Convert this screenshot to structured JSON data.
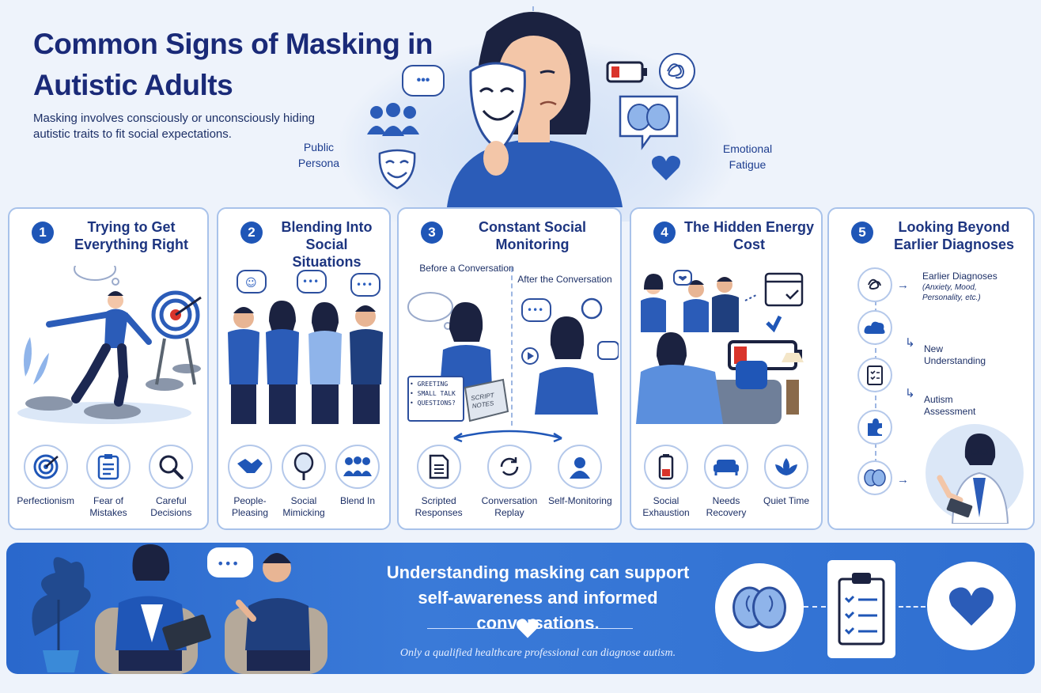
{
  "header": {
    "title": "Common Signs of Masking in Autistic Adults",
    "subtitle": "Masking involves consciously or unconsciously hiding autistic traits to fit social expectations."
  },
  "hero": {
    "left_label": "Public Persona",
    "right_label": "Emotional Fatigue",
    "speech_glyph": "•••"
  },
  "cards": [
    {
      "number": "1",
      "title": "Trying to Get Everything Right",
      "icons": [
        {
          "label": "Perfectionism",
          "icon": "target-icon"
        },
        {
          "label": "Fear of Mistakes",
          "icon": "clipboard-icon"
        },
        {
          "label": "Careful Decisions",
          "icon": "magnifier-icon"
        }
      ]
    },
    {
      "number": "2",
      "title": "Blending Into Social Situations",
      "icons": [
        {
          "label": "People-Pleasing",
          "icon": "handshake-icon"
        },
        {
          "label": "Social Mimicking",
          "icon": "mirror-icon"
        },
        {
          "label": "Blend In",
          "icon": "group-icon"
        }
      ]
    },
    {
      "number": "3",
      "title": "Constant Social Monitoring",
      "before_label": "Before a Conversation",
      "after_label": "After the Conversation",
      "notes": [
        "• GREETING",
        "• SMALL TALK",
        "• QUESTIONS?"
      ],
      "book_label": "SCRIPT NOTES",
      "icons": [
        {
          "label": "Scripted Responses",
          "icon": "document-icon"
        },
        {
          "label": "Conversation Replay",
          "icon": "replay-icon"
        },
        {
          "label": "Self-Monitoring",
          "icon": "person-icon"
        }
      ]
    },
    {
      "number": "4",
      "title": "The Hidden Energy Cost",
      "icons": [
        {
          "label": "Social Exhaustion",
          "icon": "low-battery-icon"
        },
        {
          "label": "Needs Recovery",
          "icon": "sofa-icon"
        },
        {
          "label": "Quiet Time",
          "icon": "lotus-icon"
        }
      ]
    },
    {
      "number": "5",
      "title": "Looking Beyond Earlier Diagnoses",
      "steps": [
        {
          "label": "Earlier Diagnoses",
          "sub": "(Anxiety, Mood, Personality, etc.)"
        },
        {
          "label": "New Understanding",
          "sub": ""
        },
        {
          "label": "Autism Assessment",
          "sub": ""
        }
      ]
    }
  ],
  "banner": {
    "message": "Understanding masking can support self-awareness and informed conversations.",
    "note": "Only a qualified healthcare professional can diagnose autism.",
    "icons": [
      "brain-icon",
      "checklist-icon",
      "heart-icon"
    ]
  },
  "colors": {
    "primary": "#1f56b7",
    "title": "#1a2a78",
    "banner": "#2f6fd1",
    "battery_low": "#d9342b"
  }
}
